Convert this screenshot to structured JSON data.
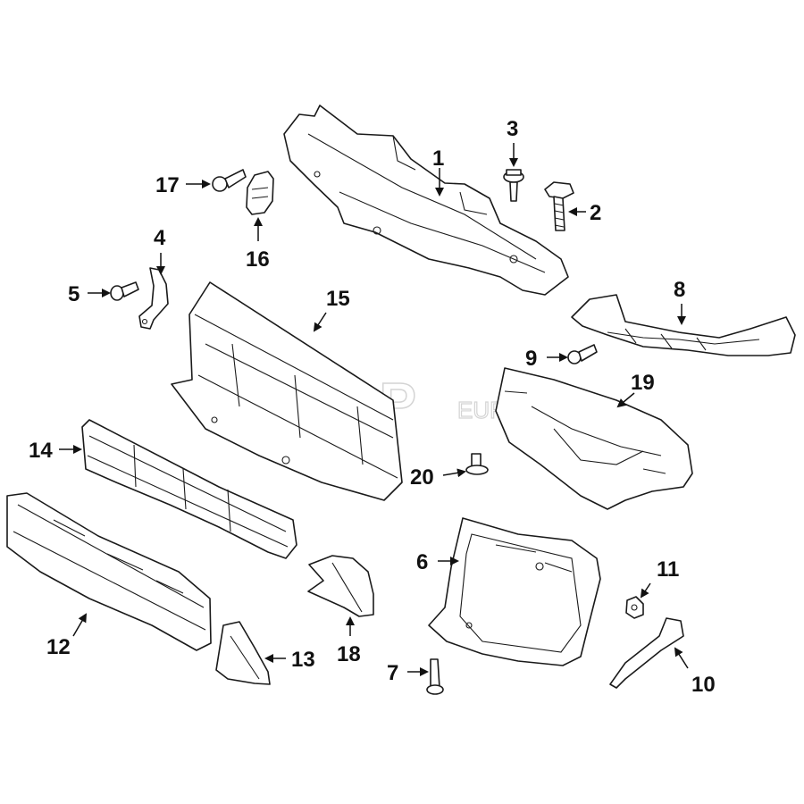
{
  "watermark": {
    "main": "FCP",
    "sub": "EURO"
  },
  "callouts": {
    "c1": "1",
    "c2": "2",
    "c3": "3",
    "c4": "4",
    "c5": "5",
    "c6": "6",
    "c7": "7",
    "c8": "8",
    "c9": "9",
    "c10": "10",
    "c11": "11",
    "c12": "12",
    "c13": "13",
    "c14": "14",
    "c15": "15",
    "c16": "16",
    "c17": "17",
    "c18": "18",
    "c19": "19",
    "c20": "20"
  },
  "colors": {
    "line": "#1a1a1a",
    "background": "#ffffff",
    "watermark": "#d4d4d4"
  }
}
